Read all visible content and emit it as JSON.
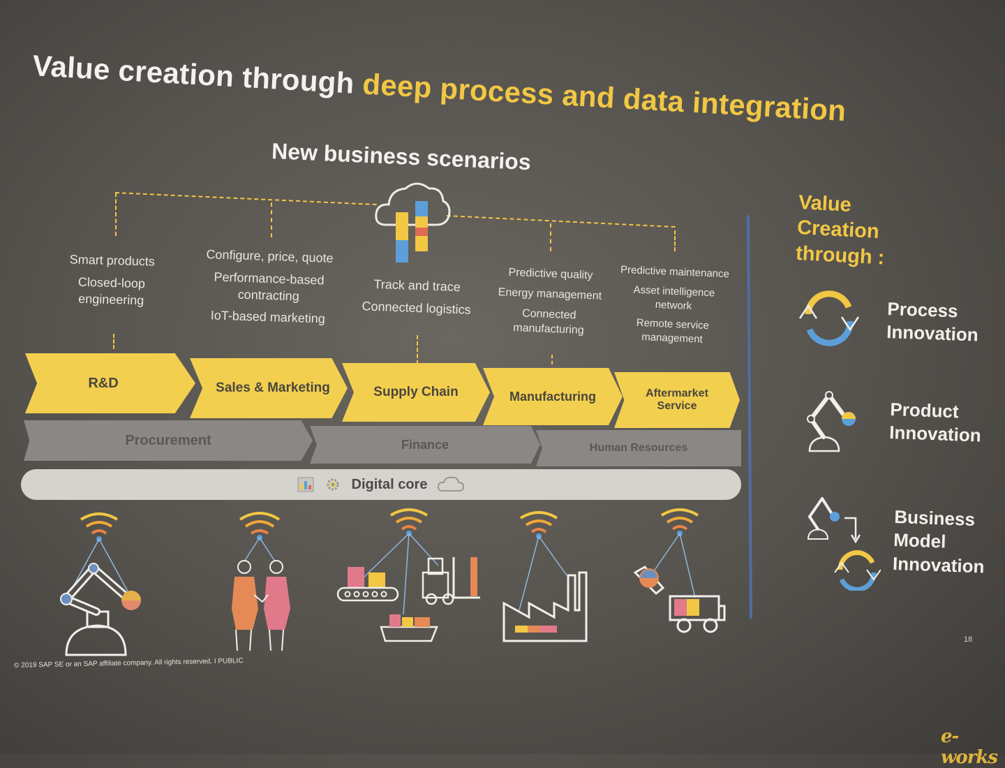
{
  "title": {
    "prefix": "Value creation through ",
    "highlight": "deep process and data integration"
  },
  "subtitle": "New business scenarios",
  "scenarios": [
    {
      "items": [
        "Smart products",
        "Closed-loop engineering"
      ]
    },
    {
      "items": [
        "Configure, price, quote",
        "Performance-based contracting",
        "IoT-based marketing"
      ]
    },
    {
      "items": [
        "Track and trace",
        "Connected logistics"
      ]
    },
    {
      "items": [
        "Predictive quality",
        "Energy management",
        "Connected manufacturing"
      ]
    },
    {
      "items": [
        "Predictive maintenance",
        "Asset intelligence network",
        "Remote service management"
      ]
    }
  ],
  "value_chain": [
    "R&D",
    "Sales & Marketing",
    "Supply Chain",
    "Manufacturing",
    "Aftermarket Service"
  ],
  "support": [
    "Procurement",
    "Finance",
    "Human Resources"
  ],
  "digital_core": {
    "label": "Digital core"
  },
  "right_panel": {
    "title": "Value Creation through :",
    "items": [
      {
        "label": "Process Innovation",
        "icon": "cycle-arrows-icon"
      },
      {
        "label": "Product Innovation",
        "icon": "robot-arm-icon"
      },
      {
        "label": "Business Model Innovation",
        "icon": "robot-cycle-icon"
      }
    ]
  },
  "bottom_icons": [
    "robot-arm-icon",
    "handshake-icon",
    "logistics-icon",
    "factory-icon",
    "service-truck-icon"
  ],
  "footer": "© 2019 SAP SE or an SAP affiliate company. All rights reserved.  I  PUBLIC",
  "page_number": "18",
  "watermark": "e-works",
  "colors": {
    "accent_yellow": "#f2c744",
    "chevron_yellow": "#f2cf4f",
    "support_grey": "#8a8784",
    "divider_blue": "#4e6ea4"
  }
}
